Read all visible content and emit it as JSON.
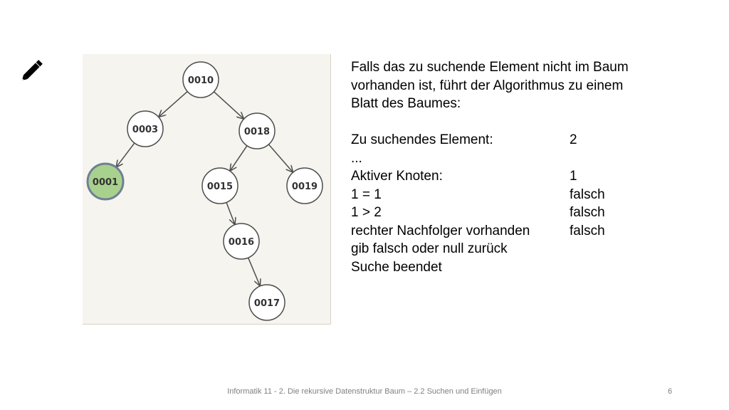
{
  "icons": {
    "pencil": "pencil-icon"
  },
  "tree": {
    "nodes": [
      {
        "id": "n0010",
        "label": "0010"
      },
      {
        "id": "n0003",
        "label": "0003"
      },
      {
        "id": "n0018",
        "label": "0018"
      },
      {
        "id": "n0001",
        "label": "0001",
        "highlight": true
      },
      {
        "id": "n0015",
        "label": "0015"
      },
      {
        "id": "n0019",
        "label": "0019"
      },
      {
        "id": "n0016",
        "label": "0016"
      },
      {
        "id": "n0017",
        "label": "0017"
      }
    ],
    "edges": [
      {
        "from": "n0010",
        "to": "n0003"
      },
      {
        "from": "n0010",
        "to": "n0018"
      },
      {
        "from": "n0003",
        "to": "n0001"
      },
      {
        "from": "n0018",
        "to": "n0015"
      },
      {
        "from": "n0018",
        "to": "n0019"
      },
      {
        "from": "n0015",
        "to": "n0016"
      },
      {
        "from": "n0016",
        "to": "n0017"
      }
    ],
    "colors": {
      "node_fill": "#ffffff",
      "node_stroke": "#4d4d4d",
      "highlight_fill": "#a9d18e",
      "highlight_stroke": "#6e7f94",
      "edge": "#4d4d4d"
    }
  },
  "text": {
    "intro": [
      "Falls das zu suchende Element nicht im Baum",
      "vorhanden ist, führt der Algorithmus zu einem",
      "Blatt des Baumes:"
    ],
    "search_label": "Zu suchendes Element:",
    "search_value": "2",
    "ellipsis": "...",
    "rows": [
      {
        "key": "Aktiver Knoten:",
        "value": "1"
      },
      {
        "key": "1 = 1",
        "value": "falsch"
      },
      {
        "key": "1 > 2",
        "value": "falsch"
      },
      {
        "key": "rechter Nachfolger vorhanden",
        "value": "falsch"
      }
    ],
    "closing": [
      "gib falsch oder null zurück",
      "Suche beendet"
    ]
  },
  "footer": {
    "caption": "Informatik 11 - 2. Die rekursive Datenstruktur Baum – 2.2 Suchen und Einfügen",
    "page": "6"
  }
}
